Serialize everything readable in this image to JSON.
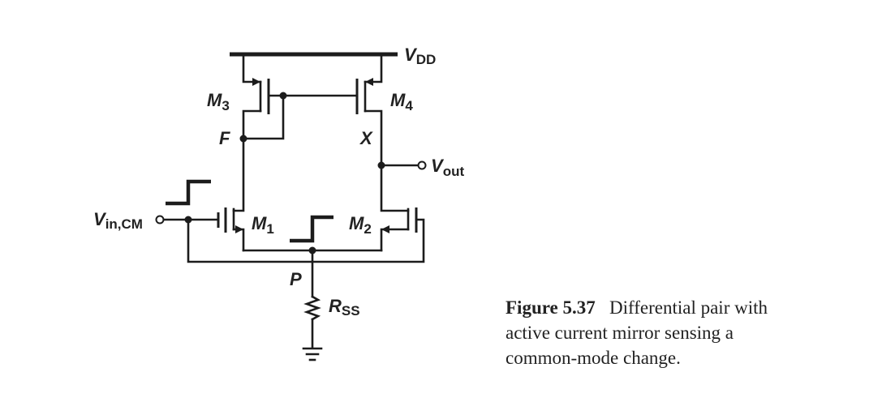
{
  "labels": {
    "vdd": {
      "main": "V",
      "sub": "DD"
    },
    "m3": {
      "main": "M",
      "sub": "3"
    },
    "m4": {
      "main": "M",
      "sub": "4"
    },
    "m1": {
      "main": "M",
      "sub": "1"
    },
    "m2": {
      "main": "M",
      "sub": "2"
    },
    "f": "F",
    "x": "X",
    "p": "P",
    "vout": {
      "main": "V",
      "sub": "out"
    },
    "vin": {
      "main": "V",
      "sub": "in,CM"
    },
    "rss": {
      "main": "R",
      "sub": "SS"
    }
  },
  "caption": {
    "figure": "Figure 5.37",
    "lines": [
      "Differential pair with",
      "active current mirror sensing a",
      "common-mode change."
    ]
  }
}
